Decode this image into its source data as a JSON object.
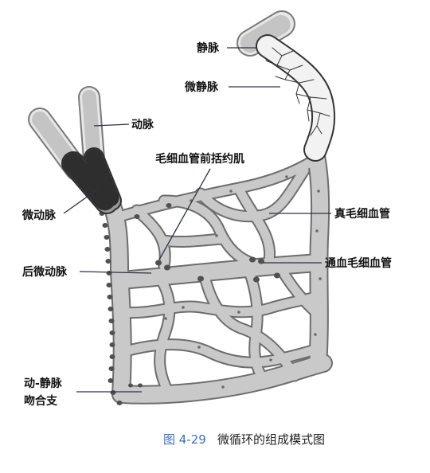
{
  "figure": {
    "labels": {
      "vein": "静脉",
      "venule": "微静脉",
      "artery": "动脉",
      "precapillary_sphincter": "毛细血管前括约肌",
      "arteriole": "微动脉",
      "true_capillaries": "真毛细血管",
      "metarteriole": "后微动脉",
      "thoroughfare_channel": "通血毛细血管",
      "av_anastomosis_line1": "动-静脉",
      "av_anastomosis_line2": "吻合支"
    },
    "caption": {
      "number": "图 4-29",
      "title": "微循环的组成模式图"
    },
    "colors": {
      "caption_number": "#3f6fb5",
      "vessel_fill": "#c9c9c9",
      "vessel_outline": "#6d6d6d",
      "artery_fill": "#e7e7e7",
      "arteriole_band": "#2e2e2e",
      "label_text": "#111111"
    }
  }
}
